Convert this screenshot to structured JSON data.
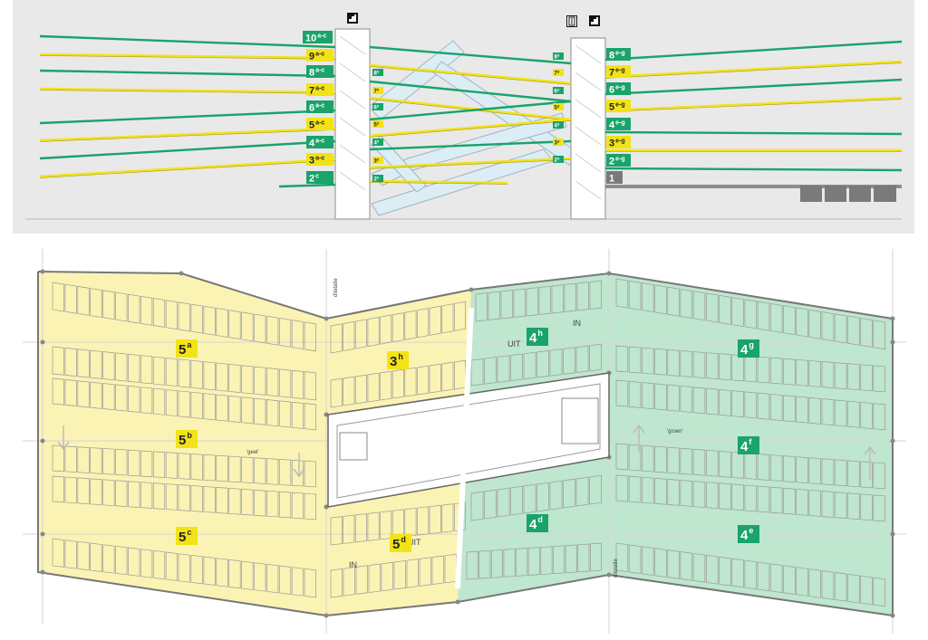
{
  "colors": {
    "green": "#1aa36a",
    "yellow": "#f2e316",
    "yellow_zone": "#fbf3b4",
    "green_zone": "#bfe6cf",
    "section_bg": "#e9e9e9",
    "ramp": "#dcedf5",
    "ground_block": "#7a7a7a"
  },
  "section": {
    "icons": {
      "stair_left": "stairs-icon",
      "stair_right": "stairs-icon",
      "elevator_right": "elevator-icon"
    },
    "left_labels": [
      {
        "main": "10",
        "sup": "a-c",
        "color": "green"
      },
      {
        "main": "9",
        "sup": "a-c",
        "color": "yellow"
      },
      {
        "main": "8",
        "sup": "a-c",
        "color": "green"
      },
      {
        "main": "7",
        "sup": "a-c",
        "color": "yellow"
      },
      {
        "main": "6",
        "sup": "a-c",
        "color": "green"
      },
      {
        "main": "5",
        "sup": "a-c",
        "color": "yellow"
      },
      {
        "main": "4",
        "sup": "a-c",
        "color": "green"
      },
      {
        "main": "3",
        "sup": "a-c",
        "color": "yellow"
      },
      {
        "main": "2",
        "sup": "c",
        "color": "green"
      }
    ],
    "right_labels": [
      {
        "main": "8",
        "sup": "e-g",
        "color": "green"
      },
      {
        "main": "7",
        "sup": "e-g",
        "color": "yellow"
      },
      {
        "main": "6",
        "sup": "e-g",
        "color": "green"
      },
      {
        "main": "5",
        "sup": "e-g",
        "color": "yellow"
      },
      {
        "main": "4",
        "sup": "e-g",
        "color": "green"
      },
      {
        "main": "3",
        "sup": "e-g",
        "color": "yellow"
      },
      {
        "main": "2",
        "sup": "e-g",
        "color": "green"
      },
      {
        "main": "1",
        "sup": "",
        "color": "gray"
      }
    ],
    "mid_left_tags": [
      "8h",
      "7h",
      "6h",
      "5h",
      "4h",
      "3h",
      "2h"
    ],
    "mid_right_tags": [
      "8d",
      "7d",
      "6d",
      "5d",
      "4d",
      "3d",
      "2d"
    ]
  },
  "plan": {
    "zones": [
      {
        "main": "5",
        "sup": "a",
        "color": "yellow"
      },
      {
        "main": "5",
        "sup": "b",
        "color": "yellow"
      },
      {
        "main": "5",
        "sup": "c",
        "color": "yellow"
      },
      {
        "main": "3",
        "sup": "h",
        "color": "yellow"
      },
      {
        "main": "5",
        "sup": "d",
        "color": "yellow"
      },
      {
        "main": "4",
        "sup": "h",
        "color": "green"
      },
      {
        "main": "4",
        "sup": "g",
        "color": "green"
      },
      {
        "main": "4",
        "sup": "f",
        "color": "green"
      },
      {
        "main": "4",
        "sup": "d",
        "color": "green"
      },
      {
        "main": "4",
        "sup": "e",
        "color": "green"
      }
    ],
    "words": {
      "in_top": "IN",
      "uit_top": "UIT",
      "uit_bottom": "UIT",
      "in_bottom": "IN",
      "geel": "'geel'",
      "groen": "'groen'",
      "dilatatie_top": "dilatatie",
      "dilatatie_bottom": "dilatatie"
    }
  }
}
